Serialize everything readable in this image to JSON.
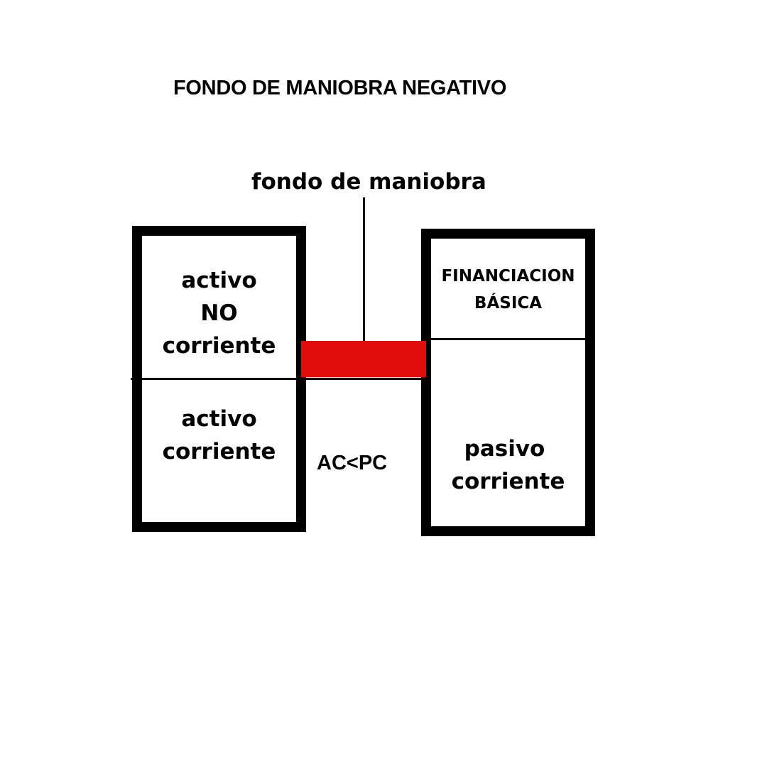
{
  "title": "FONDO DE MANIOBRA NEGATIVO",
  "working_capital_label": "fondo de maniobra",
  "assets": {
    "non_current": [
      "activo",
      "NO",
      "corriente"
    ],
    "current": [
      "activo",
      "corriente"
    ]
  },
  "liabilities": {
    "basic_financing": [
      "FINANCIACION",
      "BÁSICA"
    ],
    "current": [
      "pasivo",
      "corriente"
    ]
  },
  "relation": "AC<PC",
  "colors": {
    "working_capital_bar": "#e00b0b",
    "frame": "#000000",
    "background": "#ffffff"
  }
}
